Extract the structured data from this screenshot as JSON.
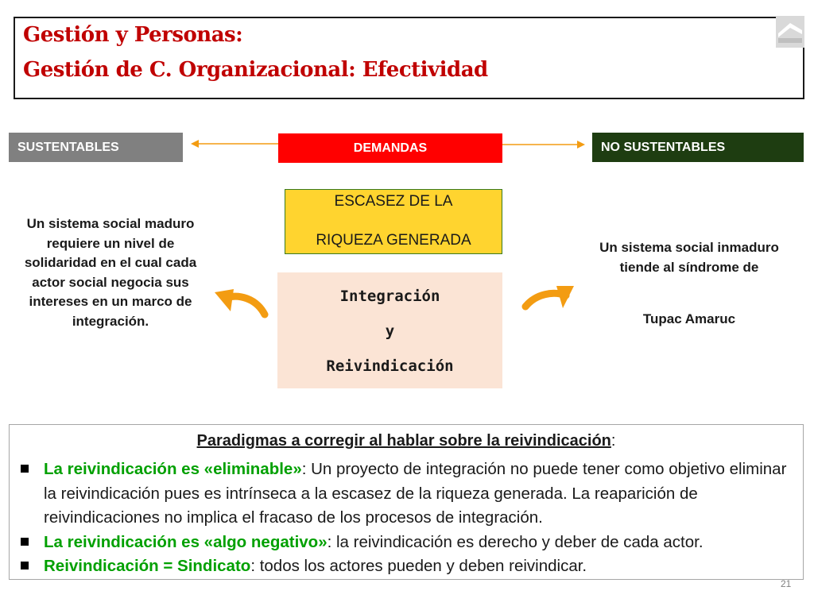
{
  "title": {
    "line1": "Gestión y Personas:",
    "line2": "Gestión de C. Organizacional: Efectividad"
  },
  "labels": {
    "sustentables": "SUSTENTABLES",
    "demandas": "DEMANDAS",
    "no_sustentables": "NO SUSTENTABLES"
  },
  "center": {
    "escasez_line1": "ESCASEZ DE LA",
    "escasez_line2": "RIQUEZA GENERADA",
    "integracion": "Integración",
    "y": "y",
    "reivindicacion": "Reivindicación"
  },
  "left_text": "Un sistema social maduro requiere un nivel de solidaridad en el cual cada actor social negocia sus intereses en un marco de integración.",
  "right_text": "Un sistema social inmaduro tiende al síndrome de",
  "right_name": "Tupac Amaruc",
  "paradigms": {
    "heading": "Paradigmas a corregir al hablar sobre la reivindicación",
    "heading_suffix": ":",
    "items": [
      {
        "lead": "La reivindicación es «eliminable»",
        "text": ": Un proyecto de integración no puede tener como objetivo eliminar la reivindicación pues es intrínseca a la escasez de la riqueza generada. La reaparición de reivindicaciones no implica el fracaso de los procesos de integración."
      },
      {
        "lead": "La reivindicación es «algo negativo»",
        "text": ": la reivindicación es derecho y deber de cada actor."
      },
      {
        "lead": "Reivindicación = Sindicato",
        "text": ": todos los actores pueden y deben reivindicar."
      }
    ]
  },
  "page_number": "21",
  "colors": {
    "title": "#c00000",
    "sustentables": "#808080",
    "demandas": "#ff0000",
    "no_sustentables": "#1e3d11",
    "escasez_box": "#ffd42f",
    "integracion_box": "#fbe4d5",
    "arrows": "#f39c12",
    "bullet_lead": "#00a000"
  },
  "icons": {
    "home": "home-icon",
    "left_curved_arrow": "curved-arrow-left-icon",
    "right_curved_arrow": "curved-arrow-right-icon"
  }
}
